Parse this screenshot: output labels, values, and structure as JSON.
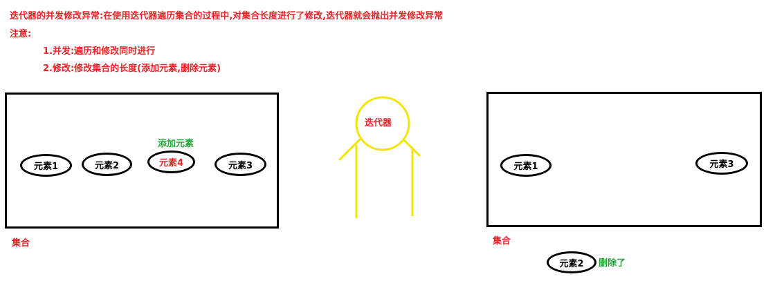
{
  "notes": {
    "heading": "迭代器的并发修改异常:在使用迭代器遍历集合的过程中,对集合长度进行了修改,迭代器就会抛出并发修改异常",
    "attention": "注意:",
    "point1": "1.并发:遍历和修改同时进行",
    "point2": "2.修改:修改集合的长度(添加元素,删除元素)"
  },
  "left_collection": {
    "label": "集合",
    "elements": [
      "元素1",
      "元素2",
      "元素4",
      "元素3"
    ],
    "added_label": "添加元素"
  },
  "iterator": {
    "label": "迭代器"
  },
  "right_collection": {
    "label": "集合",
    "elements": [
      "元素1",
      "元素3"
    ],
    "removed_element": "元素2",
    "removed_label": "删除了"
  },
  "colors": {
    "red": "#e8262a",
    "green": "#22a838",
    "yellow": "#f2e600",
    "black": "#000000"
  }
}
